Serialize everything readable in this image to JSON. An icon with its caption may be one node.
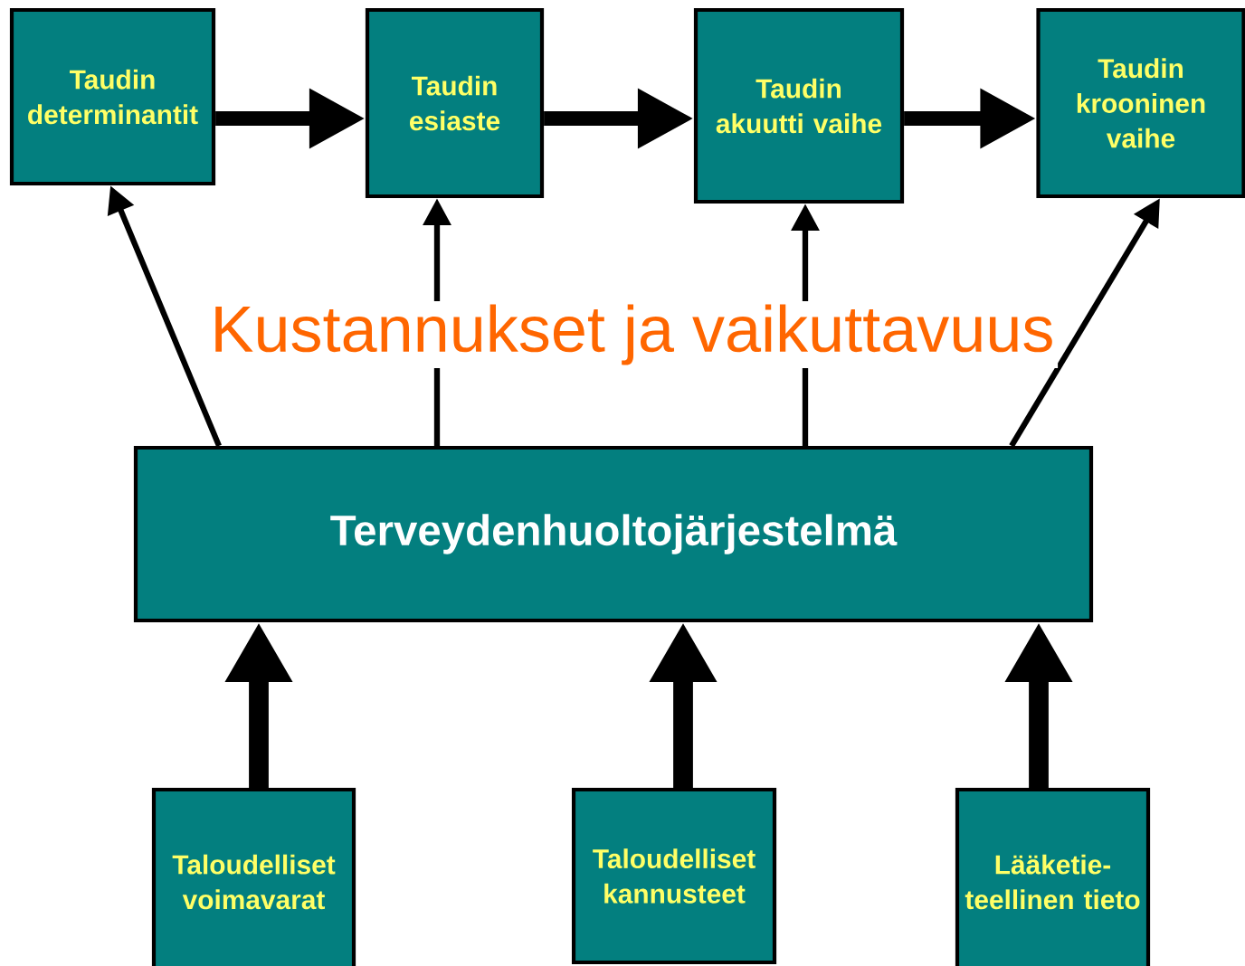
{
  "diagram": {
    "nodes": [
      {
        "text": [
          "Taudin determinantit"
        ]
      },
      {
        "text": [
          "Taudin esiaste"
        ]
      },
      {
        "text": [
          "Taudin akuutti vaihe"
        ]
      },
      {
        "text": [
          "Taudin krooninen vaihe"
        ]
      },
      {
        "text": [
          "Terveydenhuoltojärjestelmä"
        ]
      },
      {
        "text": [
          "Taloudelliset voimavarat"
        ]
      },
      {
        "text": [
          "Taloudelliset kannusteet"
        ]
      },
      {
        "text": [
          "Lääketie- teellinen tieto"
        ]
      }
    ],
    "edges": [
      {
        "from": 0,
        "to": 1,
        "arrow": "to"
      },
      {
        "from": 1,
        "to": 2,
        "arrow": "to"
      },
      {
        "from": 2,
        "to": 3,
        "arrow": "to"
      },
      {
        "from": 4,
        "to": 0,
        "arrow": "to"
      },
      {
        "from": 4,
        "to": 1,
        "arrow": "to"
      },
      {
        "from": 4,
        "to": 2,
        "arrow": "to"
      },
      {
        "from": 4,
        "to": 3,
        "arrow": "to"
      },
      {
        "from": 5,
        "to": 4,
        "arrow": "to"
      },
      {
        "from": 6,
        "to": 4,
        "arrow": "to"
      },
      {
        "from": 7,
        "to": 4,
        "arrow": "to"
      }
    ],
    "labels": [
      "Kustannukset ja vaikuttavuus"
    ]
  }
}
